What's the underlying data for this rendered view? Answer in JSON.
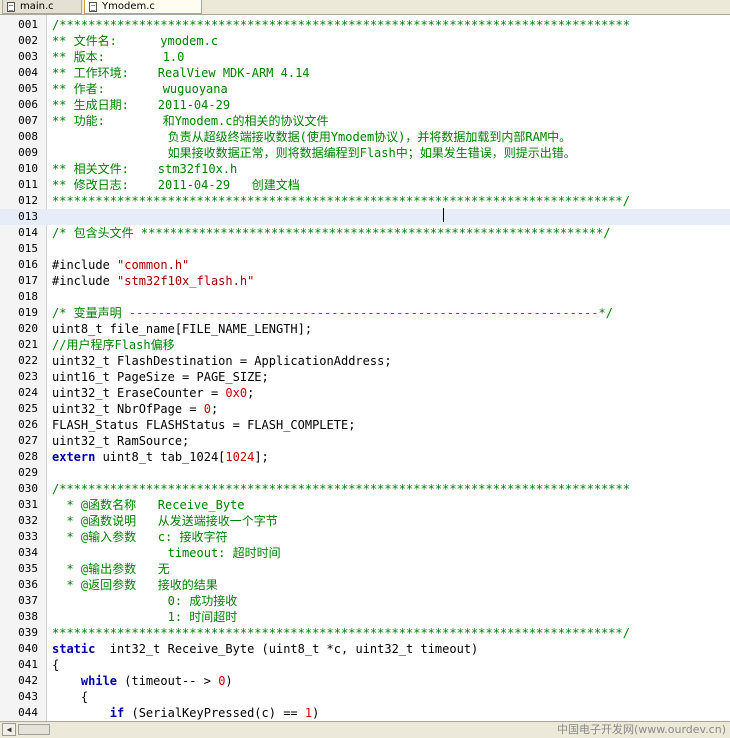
{
  "tabs": [
    {
      "label": "main.c",
      "active": false
    },
    {
      "label": "Ymodem.c",
      "active": true
    }
  ],
  "editor": {
    "current_line": "013",
    "lines": [
      {
        "n": "001",
        "t": [
          {
            "s": "/*******************************************************************************",
            "k": "comment"
          }
        ]
      },
      {
        "n": "002",
        "t": [
          {
            "s": "** 文件名:      ymodem.c",
            "k": "comment"
          }
        ]
      },
      {
        "n": "003",
        "t": [
          {
            "s": "** 版本:        1.0",
            "k": "comment"
          }
        ]
      },
      {
        "n": "004",
        "t": [
          {
            "s": "** 工作环境:    RealView MDK-ARM 4.14",
            "k": "comment"
          }
        ]
      },
      {
        "n": "005",
        "t": [
          {
            "s": "** 作者:        wuguoyana",
            "k": "comment"
          }
        ]
      },
      {
        "n": "006",
        "t": [
          {
            "s": "** 生成日期:    2011-04-29",
            "k": "comment"
          }
        ]
      },
      {
        "n": "007",
        "t": [
          {
            "s": "** 功能:        和Ymodem.c的相关的协议文件",
            "k": "comment"
          }
        ]
      },
      {
        "n": "008",
        "t": [
          {
            "s": "                负责从超级终端接收数据(使用Ymodem协议)，并将数据加载到内部RAM中。",
            "k": "comment"
          }
        ]
      },
      {
        "n": "009",
        "t": [
          {
            "s": "                如果接收数据正常，则将数据编程到Flash中；如果发生错误，则提示出错。",
            "k": "comment"
          }
        ]
      },
      {
        "n": "010",
        "t": [
          {
            "s": "** 相关文件:    stm32f10x.h",
            "k": "comment"
          }
        ]
      },
      {
        "n": "011",
        "t": [
          {
            "s": "** 修改日志:    2011-04-29   创建文档",
            "k": "comment"
          }
        ]
      },
      {
        "n": "012",
        "t": [
          {
            "s": "*******************************************************************************/",
            "k": "comment"
          }
        ]
      },
      {
        "n": "013",
        "t": []
      },
      {
        "n": "014",
        "t": [
          {
            "s": "/* 包含头文件 ****************************************************************/",
            "k": "comment"
          }
        ]
      },
      {
        "n": "015",
        "t": []
      },
      {
        "n": "016",
        "t": [
          {
            "s": "#include ",
            "k": "preproc"
          },
          {
            "s": "\"common.h\"",
            "k": "string"
          }
        ]
      },
      {
        "n": "017",
        "t": [
          {
            "s": "#include ",
            "k": "preproc"
          },
          {
            "s": "\"stm32f10x_flash.h\"",
            "k": "string"
          }
        ]
      },
      {
        "n": "018",
        "t": []
      },
      {
        "n": "019",
        "t": [
          {
            "s": "/* 变量声明 -----------------------------------------------------------------*/",
            "k": "comment"
          }
        ]
      },
      {
        "n": "020",
        "t": [
          {
            "s": "uint8_t file_name[FILE_NAME_LENGTH];",
            "k": "text"
          }
        ]
      },
      {
        "n": "021",
        "t": [
          {
            "s": "//用户程序Flash偏移",
            "k": "comment"
          }
        ]
      },
      {
        "n": "022",
        "t": [
          {
            "s": "uint32_t FlashDestination = ApplicationAddress;",
            "k": "text"
          }
        ]
      },
      {
        "n": "023",
        "t": [
          {
            "s": "uint16_t PageSize = PAGE_SIZE;",
            "k": "text"
          }
        ]
      },
      {
        "n": "024",
        "t": [
          {
            "s": "uint32_t EraseCounter = ",
            "k": "text"
          },
          {
            "s": "0x0",
            "k": "number"
          },
          {
            "s": ";",
            "k": "text"
          }
        ]
      },
      {
        "n": "025",
        "t": [
          {
            "s": "uint32_t NbrOfPage = ",
            "k": "text"
          },
          {
            "s": "0",
            "k": "number"
          },
          {
            "s": ";",
            "k": "text"
          }
        ]
      },
      {
        "n": "026",
        "t": [
          {
            "s": "FLASH_Status FLASHStatus = FLASH_COMPLETE;",
            "k": "text"
          }
        ]
      },
      {
        "n": "027",
        "t": [
          {
            "s": "uint32_t RamSource;",
            "k": "text"
          }
        ]
      },
      {
        "n": "028",
        "t": [
          {
            "s": "extern",
            "k": "keyword"
          },
          {
            "s": " uint8_t tab_1024[",
            "k": "text"
          },
          {
            "s": "1024",
            "k": "number"
          },
          {
            "s": "];",
            "k": "text"
          }
        ]
      },
      {
        "n": "029",
        "t": []
      },
      {
        "n": "030",
        "t": [
          {
            "s": "/*******************************************************************************",
            "k": "comment"
          }
        ]
      },
      {
        "n": "031",
        "t": [
          {
            "s": "  * @函数名称   Receive_Byte",
            "k": "comment"
          }
        ]
      },
      {
        "n": "032",
        "t": [
          {
            "s": "  * @函数说明   从发送端接收一个字节",
            "k": "comment"
          }
        ]
      },
      {
        "n": "033",
        "t": [
          {
            "s": "  * @输入参数   c: 接收字符",
            "k": "comment"
          }
        ]
      },
      {
        "n": "034",
        "t": [
          {
            "s": "                timeout: 超时时间",
            "k": "comment"
          }
        ]
      },
      {
        "n": "035",
        "t": [
          {
            "s": "  * @输出参数   无",
            "k": "comment"
          }
        ]
      },
      {
        "n": "036",
        "t": [
          {
            "s": "  * @返回参数   接收的结果",
            "k": "comment"
          }
        ]
      },
      {
        "n": "037",
        "t": [
          {
            "s": "                0: 成功接收",
            "k": "comment"
          }
        ]
      },
      {
        "n": "038",
        "t": [
          {
            "s": "                1: 时间超时",
            "k": "comment"
          }
        ]
      },
      {
        "n": "039",
        "t": [
          {
            "s": "*******************************************************************************/",
            "k": "comment"
          }
        ]
      },
      {
        "n": "040",
        "t": [
          {
            "s": "static",
            "k": "keyword"
          },
          {
            "s": "  int32_t Receive_Byte (uint8_t *c, uint32_t timeout)",
            "k": "text"
          }
        ]
      },
      {
        "n": "041",
        "t": [
          {
            "s": "{",
            "k": "text"
          }
        ]
      },
      {
        "n": "042",
        "t": [
          {
            "s": "    ",
            "k": "text"
          },
          {
            "s": "while",
            "k": "keyword"
          },
          {
            "s": " (timeout-- > ",
            "k": "text"
          },
          {
            "s": "0",
            "k": "number"
          },
          {
            "s": ")",
            "k": "text"
          }
        ]
      },
      {
        "n": "043",
        "t": [
          {
            "s": "    {",
            "k": "text"
          }
        ]
      },
      {
        "n": "044",
        "t": [
          {
            "s": "        ",
            "k": "text"
          },
          {
            "s": "if",
            "k": "keyword"
          },
          {
            "s": " (SerialKeyPressed(c) == ",
            "k": "text"
          },
          {
            "s": "1",
            "k": "number"
          },
          {
            "s": ")",
            "k": "text"
          }
        ]
      }
    ]
  },
  "watermark": "中国电子开发网(www.ourdev.cn)"
}
